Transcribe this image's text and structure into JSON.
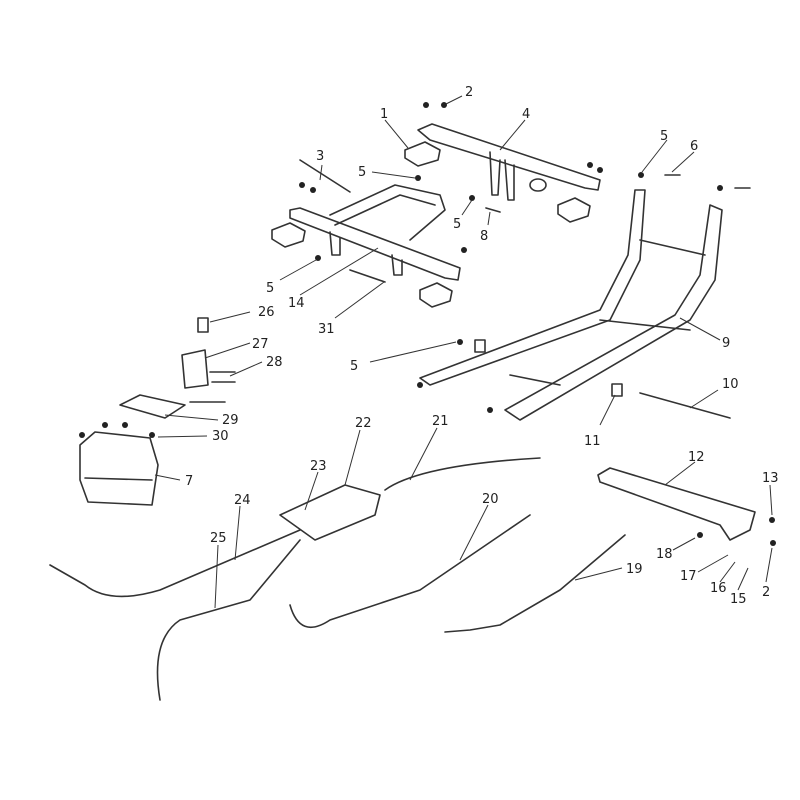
{
  "title": "Frame and cables exploded parts diagram",
  "labels": [
    "1",
    "2",
    "4",
    "3",
    "5",
    "5",
    "6",
    "5",
    "8",
    "5",
    "14",
    "31",
    "26",
    "27",
    "28",
    "5",
    "9",
    "10",
    "11",
    "29",
    "30",
    "7",
    "22",
    "21",
    "23",
    "24",
    "25",
    "20",
    "12",
    "13",
    "18",
    "17",
    "16",
    "15",
    "2",
    "19"
  ]
}
